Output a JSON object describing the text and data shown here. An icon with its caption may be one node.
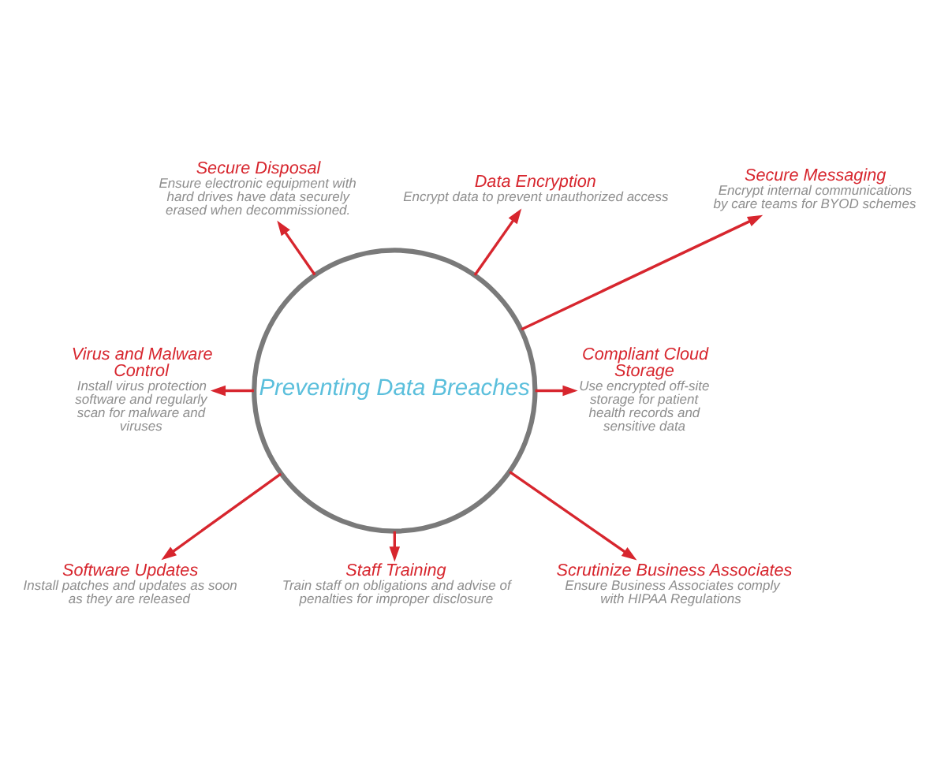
{
  "diagram": {
    "nodes": [
      {
        "text": [
          "Data Encryption",
          "Encrypt data to prevent unauthorized access"
        ]
      },
      {
        "text": [
          "Secure Disposal",
          "Ensure electronic equipment with hard drives have data securely erased when decommissioned."
        ]
      },
      {
        "text": [
          "Secure Messaging",
          "Encrypt internal communications by care teams for BYOD schemes"
        ]
      },
      {
        "text": [
          "Virus and Malware Control",
          "Install virus protection software and regularly scan for malware and viruses"
        ]
      },
      {
        "text": [
          "Preventing Data Breaches"
        ]
      },
      {
        "text": [
          "Compliant Cloud Storage",
          "Use encrypted off-site storage for patient health records and sensitive data"
        ]
      },
      {
        "text": [
          "Software Updates",
          "Install patches and updates as soon as they are released"
        ]
      },
      {
        "text": [
          "Scrutinize Business Associates",
          "Ensure Business Associates comply with HIPAA Regulations"
        ]
      },
      {
        "text": [
          "Staff Training",
          "Train staff on obligations and advise of penalties for improper disclosure"
        ]
      }
    ],
    "edges": [
      {
        "from": 4,
        "to": 0,
        "arrow": "to"
      },
      {
        "from": 4,
        "to": 1,
        "arrow": "to"
      },
      {
        "from": 4,
        "to": 3,
        "arrow": "to"
      },
      {
        "from": 4,
        "to": 6,
        "arrow": "to"
      },
      {
        "from": 4,
        "to": 8,
        "arrow": "to"
      },
      {
        "from": 4,
        "to": 7,
        "arrow": "to"
      },
      {
        "from": 4,
        "to": 5,
        "arrow": "to"
      },
      {
        "from": 4,
        "to": 2,
        "arrow": "to"
      }
    ]
  }
}
